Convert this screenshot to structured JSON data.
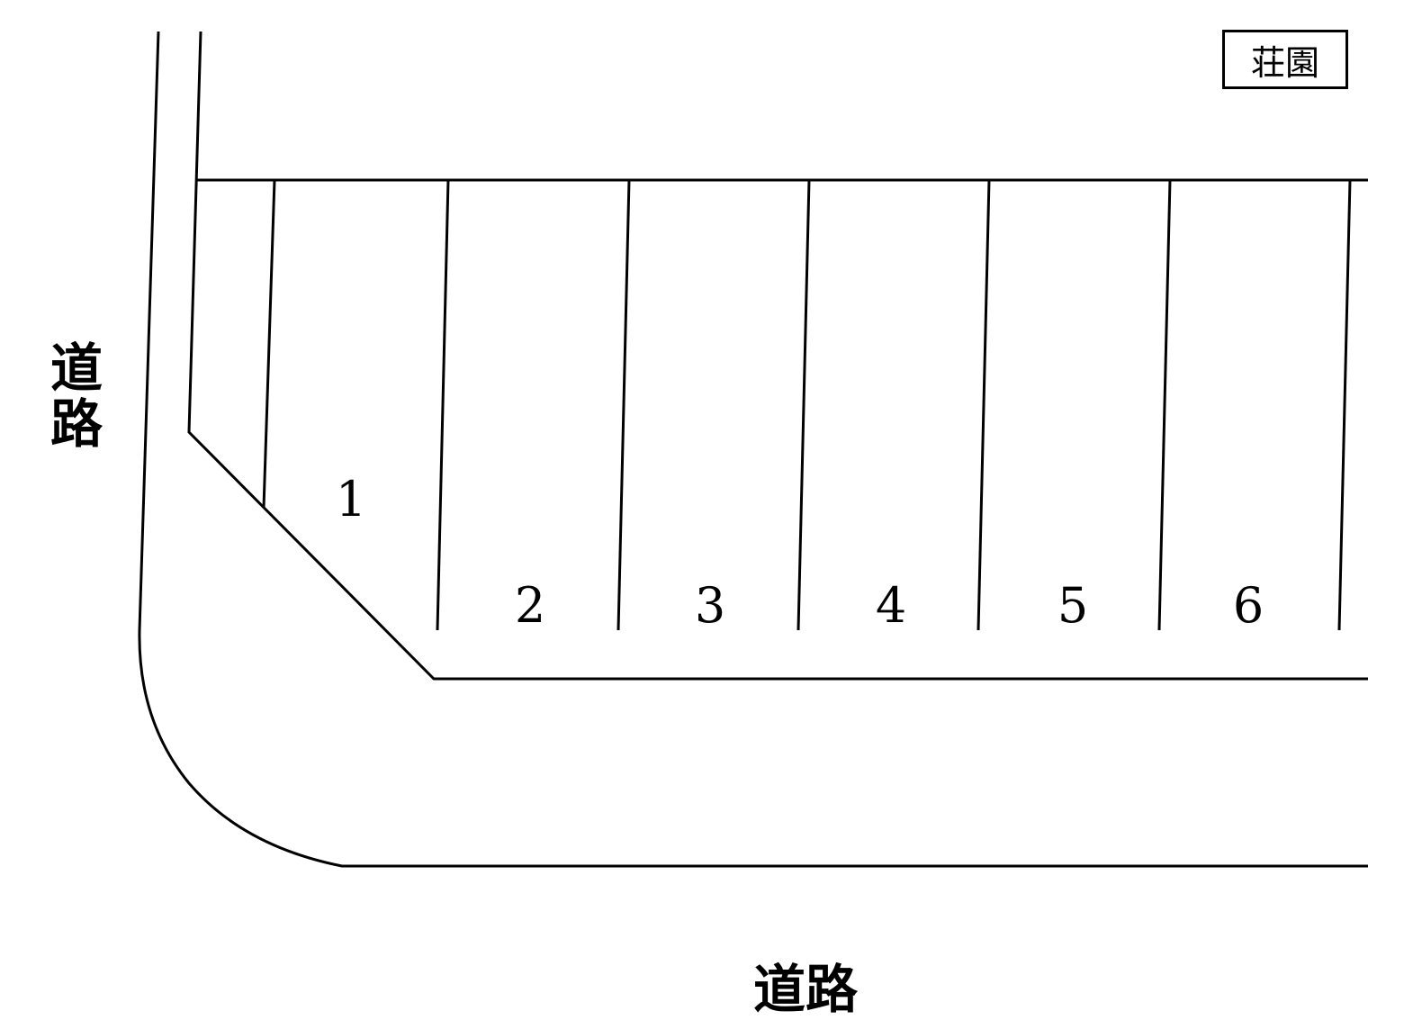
{
  "diagram": {
    "type": "parking-lot-layout",
    "corner_label": "荘園",
    "road_left": "道路",
    "road_bottom": "道路",
    "road_left_chars": [
      "道",
      "路"
    ],
    "spots": [
      {
        "number": "1"
      },
      {
        "number": "2"
      },
      {
        "number": "3"
      },
      {
        "number": "4"
      },
      {
        "number": "5"
      },
      {
        "number": "6"
      }
    ],
    "line_color": "#000000",
    "background": "#ffffff"
  }
}
